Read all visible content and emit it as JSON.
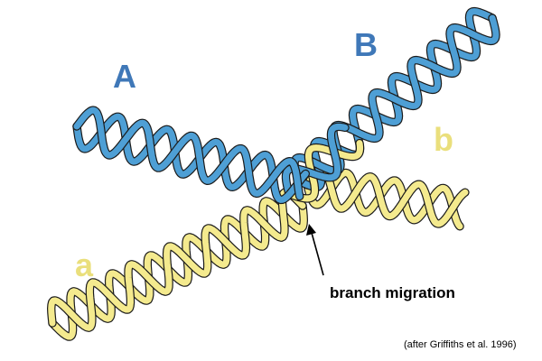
{
  "labels": {
    "A": "A",
    "B": "B",
    "a": "a",
    "b": "b",
    "branch": "branch migration",
    "credit": "(after Griffiths et al. 1996)"
  },
  "colors": {
    "blue": "#4e9fd5",
    "blue_label": "#3f78b8",
    "yellow": "#f4ea8e",
    "yellow_label": "#eadf7c",
    "outline": "#1b1b1b"
  },
  "icons": {
    "arrow": "arrow-up-left-icon"
  }
}
